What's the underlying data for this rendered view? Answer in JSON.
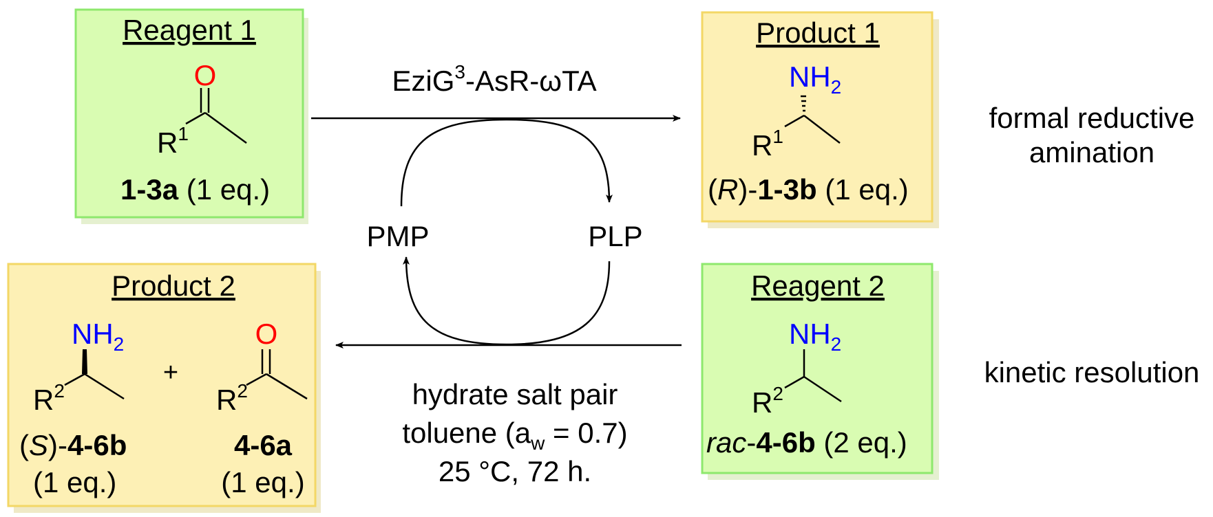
{
  "colors": {
    "reagent_fill": "#d9fcb2",
    "reagent_border": "#8ee86d",
    "product_fill": "#fdf0b5",
    "product_border": "#f3d766",
    "shadow": "#e5f0d0",
    "shadow_product": "#efe9c6",
    "oxygen": "#ff0000",
    "nitrogen": "#0000ff",
    "bond": "#000000"
  },
  "reagent1": {
    "title": "Reagent 1",
    "o": "O",
    "r_base": "R",
    "r_sup": "1",
    "compound": "1-3a",
    "eq": " (1 eq.)"
  },
  "product1": {
    "title": "Product 1",
    "nh": "NH",
    "nh_sub": "2",
    "r_base": "R",
    "r_sup": "1",
    "stereo_open": "(",
    "stereo": "R",
    "stereo_close": ")-",
    "compound": "1-3b",
    "eq": " (1 eq.)"
  },
  "product2": {
    "title": "Product 2",
    "plus": "+",
    "amine": {
      "nh": "NH",
      "nh_sub": "2",
      "r_base": "R",
      "r_sup": "2",
      "stereo_open": "(",
      "stereo": "S",
      "stereo_close": ")-",
      "compound": "4-6b",
      "eq": "(1 eq.)"
    },
    "ketone": {
      "o": "O",
      "r_base": "R",
      "r_sup": "2",
      "compound": "4-6a",
      "eq": "(1 eq.)"
    }
  },
  "reagent2": {
    "title": "Reagent 2",
    "nh": "NH",
    "nh_sub": "2",
    "r_base": "R",
    "r_sup": "2",
    "prefix": "rac",
    "dash": "-",
    "compound": "4-6b",
    "eq": " (2 eq.)"
  },
  "catalyst": {
    "base": "EziG",
    "sup": "3",
    "rest": "-AsR-ωTA"
  },
  "cycle": {
    "left": "PMP",
    "right": "PLP"
  },
  "conditions": {
    "line1": "hydrate salt pair",
    "line2_pre": "toluene (a",
    "line2_sub": "w",
    "line2_post": " = 0.7)",
    "line3": "25 °C, 72 h."
  },
  "labels": {
    "top_line1": "formal reductive",
    "top_line2": "amination",
    "bottom": "kinetic resolution"
  }
}
